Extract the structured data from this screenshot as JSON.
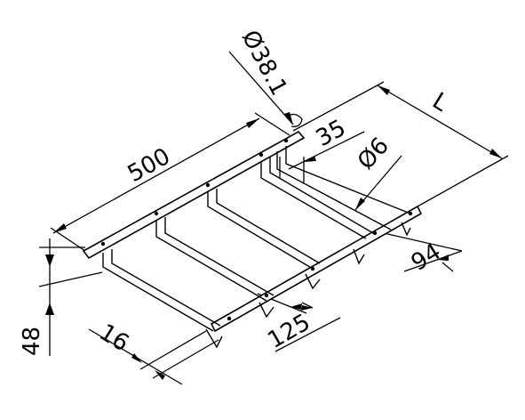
{
  "dimensions": {
    "length_500": "500",
    "depth_L": "L",
    "pipe_diameter": "Ø38.1",
    "wire_diameter": "Ø6",
    "spacing_35": "35",
    "end_94": "94",
    "end_125": "125",
    "width_16": "16",
    "height_48": "48"
  },
  "colors": {
    "line": "#000000",
    "background": "#ffffff"
  }
}
